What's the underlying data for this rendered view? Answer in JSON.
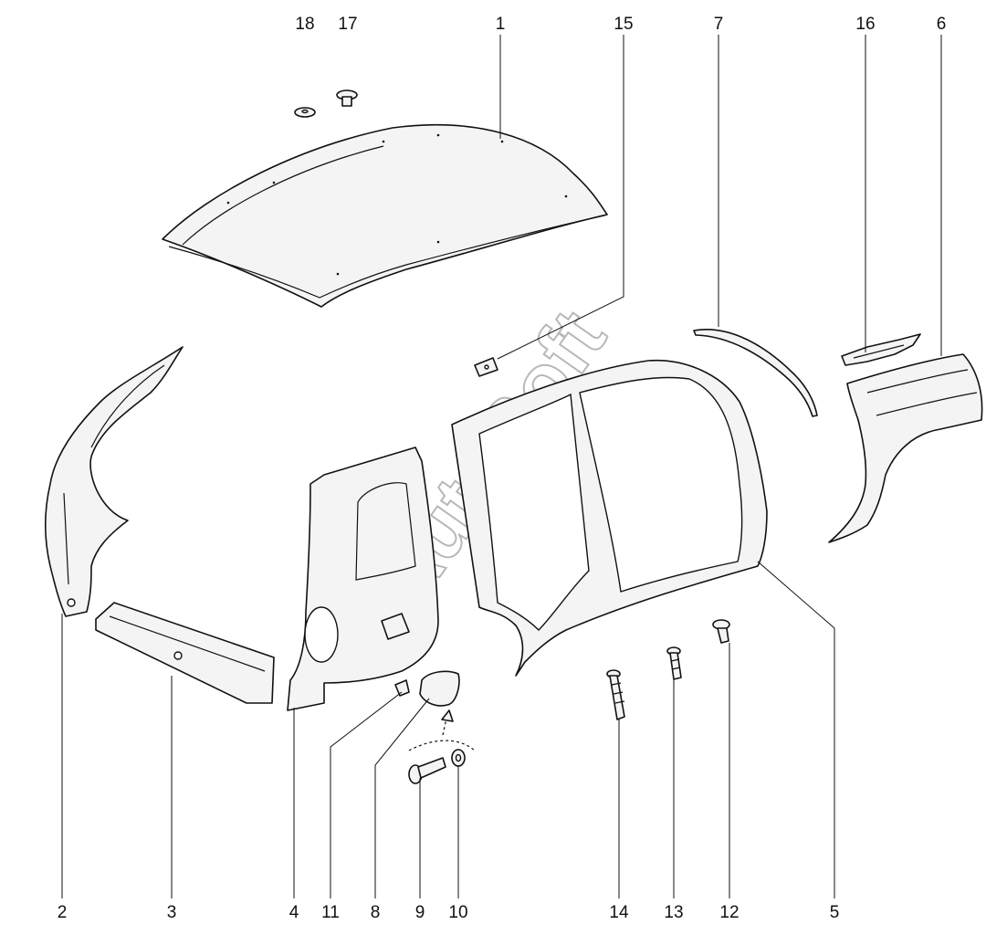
{
  "diagram": {
    "watermark": "AutoSoft",
    "callouts": [
      "18",
      "17",
      "1",
      "15",
      "7",
      "16",
      "6",
      "2",
      "3",
      "4",
      "11",
      "8",
      "9",
      "10",
      "14",
      "13",
      "12",
      "5"
    ]
  }
}
